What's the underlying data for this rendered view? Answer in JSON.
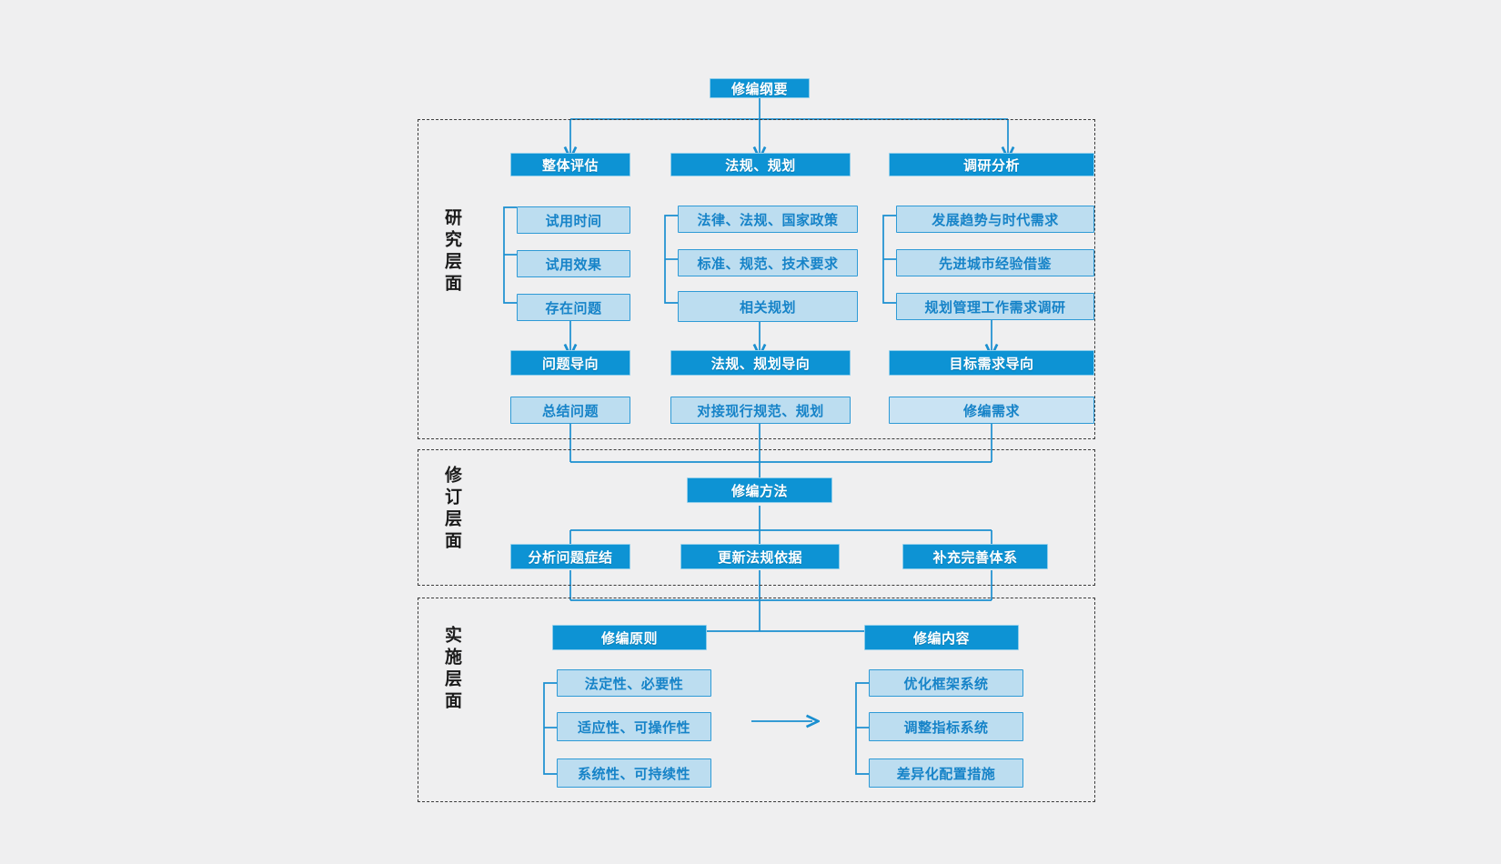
{
  "diagram": {
    "title_node": {
      "label": "修编纲要",
      "style": "dark"
    },
    "layers": [
      {
        "id": "research",
        "label": "研究层面"
      },
      {
        "id": "revision",
        "label": "修订层面"
      },
      {
        "id": "implementation",
        "label": "实施层面"
      }
    ],
    "research_layer": {
      "columns": [
        {
          "head": "整体评估",
          "items": [
            "试用时间",
            "试用效果",
            "存在问题"
          ],
          "orientation": "问题导向",
          "outcome": "总结问题"
        },
        {
          "head": "法规、规划",
          "items": [
            "法律、法规、国家政策",
            "标准、规范、技术要求",
            "相关规划"
          ],
          "orientation": "法规、规划导向",
          "outcome": "对接现行规范、规划"
        },
        {
          "head": "调研分析",
          "items": [
            "发展趋势与时代需求",
            "先进城市经验借鉴",
            "规划管理工作需求调研"
          ],
          "orientation": "目标需求导向",
          "outcome": "修编需求"
        }
      ]
    },
    "revision_layer": {
      "head": "修编方法",
      "items": [
        "分析问题症结",
        "更新法规依据",
        "补充完善体系"
      ]
    },
    "implementation_layer": {
      "groups": [
        {
          "head": "修编原则",
          "items": [
            "法定性、必要性",
            "适应性、可操作性",
            "系统性、可持续性"
          ]
        },
        {
          "head": "修编内容",
          "items": [
            "优化框架系统",
            "调整指标系统",
            "差异化配置措施"
          ]
        }
      ],
      "link_arrow": "arrow-right"
    },
    "colors": {
      "dark_fill": "#0d93d4",
      "dark_border": "#8fcdea",
      "light_fill": "#bcddf0",
      "light_border": "#2e9ad6",
      "light_text": "#1683c8",
      "connector": "#1a8fd0",
      "panel_border": "#3b3b3b",
      "background": "#efeff0"
    }
  }
}
